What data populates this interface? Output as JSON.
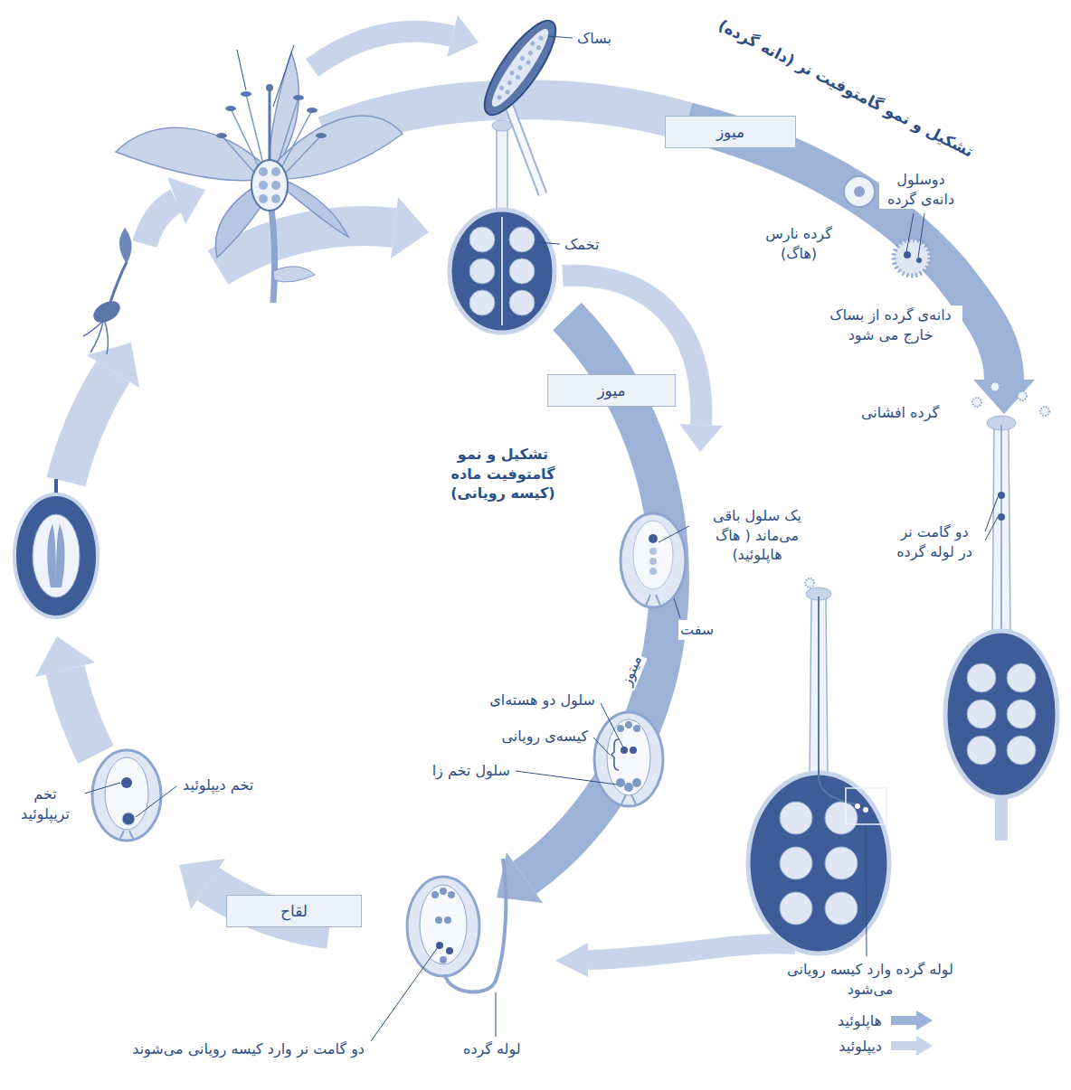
{
  "diagram": {
    "nodes": [
      {
        "text": [
          "میوز"
        ]
      },
      {
        "text": [
          "میوز"
        ]
      },
      {
        "text": [
          "لقاح"
        ]
      }
    ],
    "labels": [
      "بساک",
      "تشکیل و نمو گامتوفیت نر (دانه گرده)",
      "گرده نارس (هاگ)",
      "دوسلول دانه‌ی گرده",
      "تخمک",
      "دانه‌ی گرده از بساک خارج می شود",
      "گرده افشانی",
      "تشکیل و نمو گامتوفیت ماده (کیسه رویانی)",
      "یک سلول باقی می‌ماند ( هاگ هاپلوئید)",
      "سفت",
      "میتوز",
      "دو گامت نر در لوله گرده",
      "سلول دو هسته‌ای",
      "کیسه‌ی رویانی",
      "سلول تخم زا",
      "تخم دیپلوئید",
      "تخم تریپلوئید",
      "لوله گرده وارد کیسه رویانی می‌شود",
      "لوله گرده",
      "دو گامت نر وارد کیسه رویانی می‌شوند"
    ],
    "legend": [
      {
        "text": "هاپلوئید"
      },
      {
        "text": "دیپلوئید"
      }
    ]
  }
}
